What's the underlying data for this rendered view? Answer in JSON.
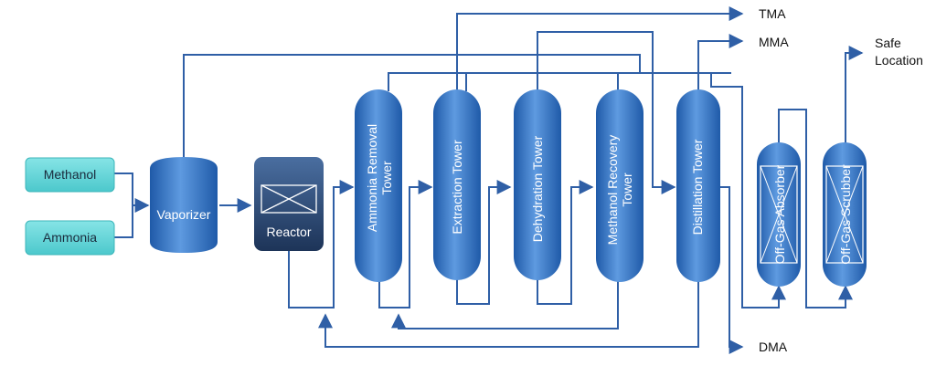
{
  "feeds": {
    "methanol": "Methanol",
    "ammonia": "Ammonia"
  },
  "units": {
    "vaporizer": "Vaporizer",
    "reactor": "Reactor",
    "ammonia_removal_line1": "Ammonia Removal",
    "ammonia_removal_line2": "Tower",
    "extraction": "Extraction Tower",
    "dehydration": "Dehydration Tower",
    "methanol_recovery_line1": "Methanol Recovery",
    "methanol_recovery_line2": "Tower",
    "distillation": "Distillation Tower",
    "offgas_absorber": "Off-Gas Absorber",
    "offgas_scrubber": "Off-Gas Scrubber"
  },
  "products": {
    "tma": "TMA",
    "mma": "MMA",
    "dma": "DMA",
    "safe_line1": "Safe",
    "safe_line2": "Location"
  },
  "colors": {
    "pipe": "#2f5fa6",
    "vessel_dark": "#1f5aa8",
    "vessel_light": "#5e9ae0",
    "reactor_top": "#4a6ea0",
    "reactor_bottom": "#1d3458",
    "feed_box": "#5fd4d8"
  }
}
